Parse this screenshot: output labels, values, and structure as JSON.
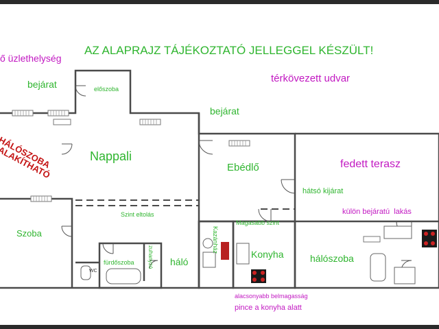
{
  "notice": "AZ ALAPRAJZ TÁJÉKOZTATÓ JELLEGGEL KÉSZÜLT!",
  "labels": {
    "shop": "ő üzlethelység",
    "entrance_top": "bejárat",
    "hallway": "előszoba",
    "courtyard": "térkövezett udvar",
    "entrance_mid": "bejárat",
    "bedroom_note": "HÁLÓSZOBA\nKIALAKÍTHATÓ",
    "living": "Nappali",
    "dining": "Ebédlő",
    "terrace": "fedett terasz",
    "back_exit": "hátsó kijárat",
    "separate_flat": "külön bejáratú  lakás",
    "room": "Szoba",
    "level_change": "Szint eltolás",
    "higher_level": "Magasabb szint",
    "boiler": "Kazánház",
    "kitchen": "Konyha",
    "bedroom2": "hálószoba",
    "bathroom": "fürdőszoba",
    "shower": "zuhanyzó",
    "wc": "WC",
    "bedroom": "háló",
    "lower_ceiling": "alacsonyabb belmagasság",
    "cellar": "pince a konyha alatt"
  },
  "colors": {
    "green": "#2fb52f",
    "magenta": "#c219c2",
    "red": "#c41414",
    "wall": "#4a4a4a"
  }
}
